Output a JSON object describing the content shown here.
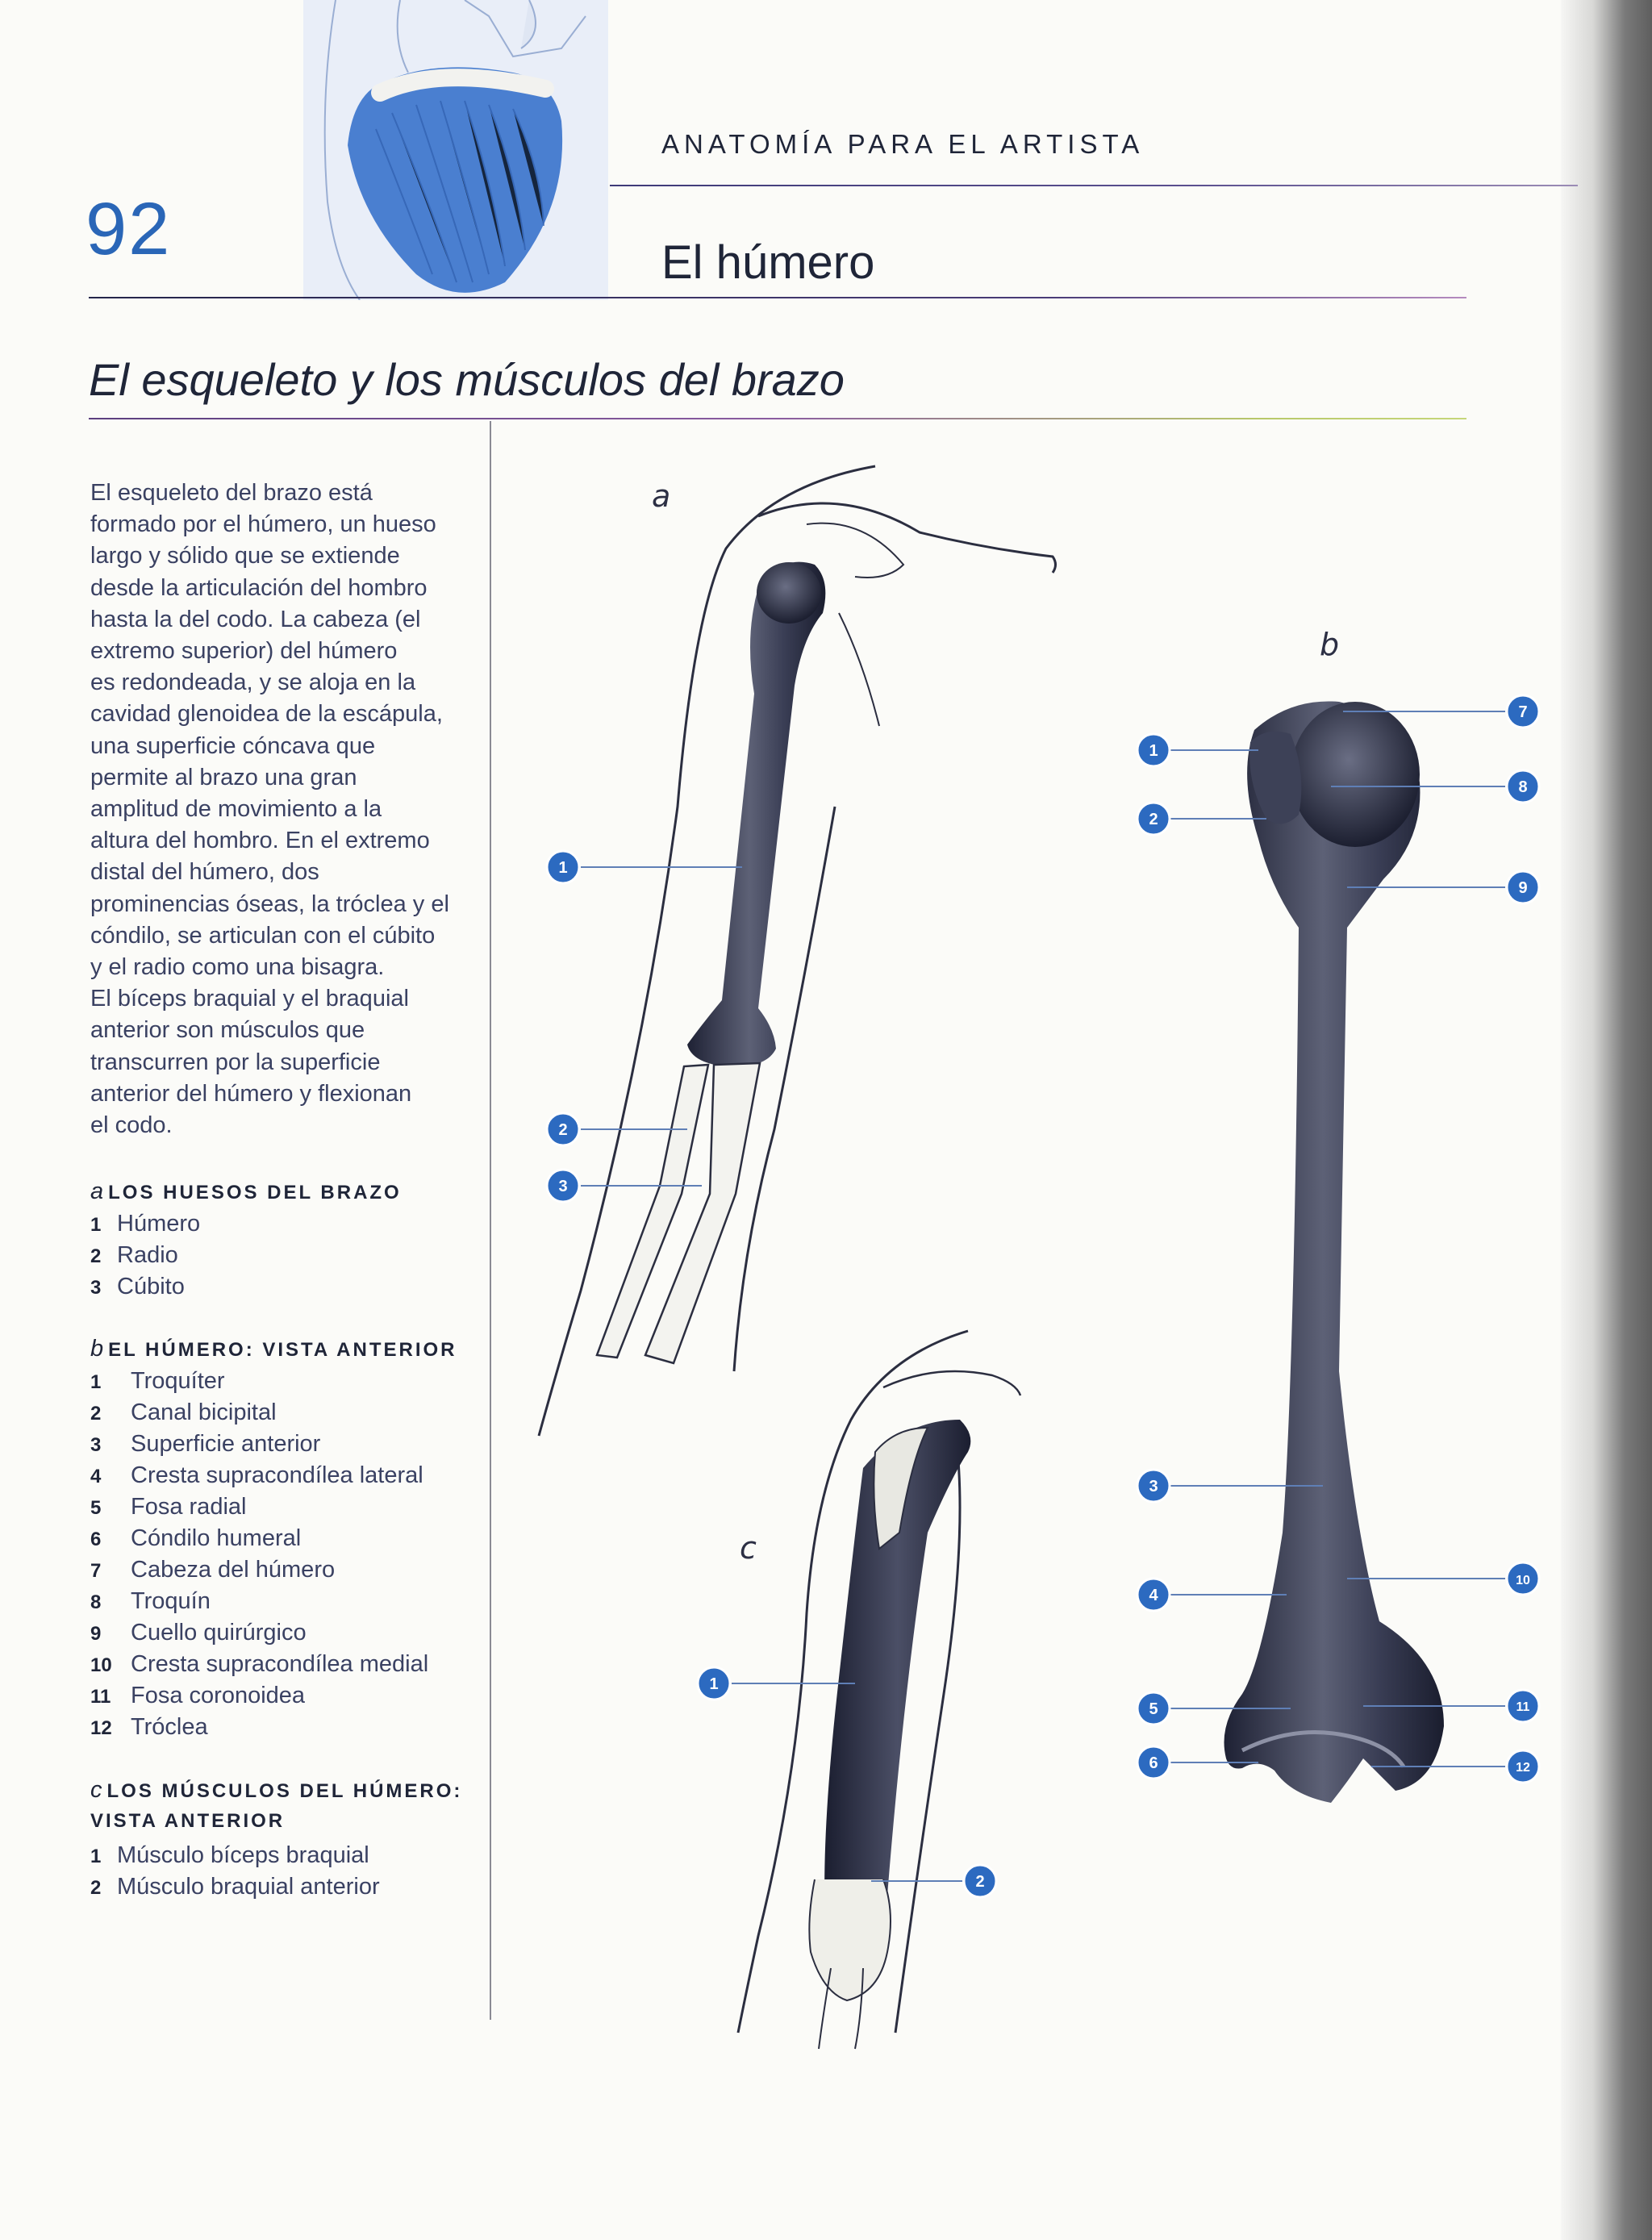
{
  "header": {
    "page_number": "92",
    "book_title": "ANATOMÍA PARA EL ARTISTA",
    "chapter_title": "El húmero"
  },
  "section": {
    "title": "El esqueleto y los músculos del brazo"
  },
  "intro": "El esqueleto del brazo está\nformado por el húmero, un hueso\nlargo y sólido que se extiende\ndesde la articulación del hombro\nhasta la del codo. La cabeza (el\nextremo superior) del húmero\nes redondeada, y se aloja en la\ncavidad glenoidea de la escápula,\nuna superficie cóncava que\npermite al brazo una gran\namplitud de movimiento a la\naltura del hombro. En el extremo\ndistal del húmero, dos\nprominencias óseas, la tróclea y el\ncóndilo, se articulan con el cúbito\ny el radio como una bisagra.\nEl bíceps braquial y el braquial\nanterior son músculos que\ntranscurren por la superficie\nanterior del húmero y flexionan\nel codo.",
  "legends": [
    {
      "letter": "a",
      "title_lines": [
        "LOS HUESOS DEL BRAZO"
      ],
      "items": [
        {
          "num": "1",
          "label": "Húmero"
        },
        {
          "num": "2",
          "label": "Radio"
        },
        {
          "num": "3",
          "label": "Cúbito"
        }
      ]
    },
    {
      "letter": "b",
      "title_lines": [
        "EL HÚMERO: VISTA ANTERIOR"
      ],
      "items": [
        {
          "num": "1",
          "label": "Troquíter"
        },
        {
          "num": "2",
          "label": "Canal bicipital"
        },
        {
          "num": "3",
          "label": "Superficie anterior"
        },
        {
          "num": "4",
          "label": "Cresta supracondílea lateral"
        },
        {
          "num": "5",
          "label": "Fosa radial"
        },
        {
          "num": "6",
          "label": "Cóndilo humeral"
        },
        {
          "num": "7",
          "label": "Cabeza del húmero"
        },
        {
          "num": "8",
          "label": "Troquín"
        },
        {
          "num": "9",
          "label": "Cuello quirúrgico"
        },
        {
          "num": "10",
          "label": "Cresta supracondílea medial"
        },
        {
          "num": "11",
          "label": "Fosa coronoidea"
        },
        {
          "num": "12",
          "label": "Tróclea"
        }
      ]
    },
    {
      "letter": "c",
      "title_lines": [
        "LOS MÚSCULOS DEL HÚMERO:",
        "VISTA ANTERIOR"
      ],
      "items": [
        {
          "num": "1",
          "label": "Músculo bíceps braquial"
        },
        {
          "num": "2",
          "label": "Músculo braquial anterior"
        }
      ]
    }
  ],
  "figures": {
    "a": {
      "letter": "a",
      "callouts": [
        "1",
        "2",
        "3"
      ]
    },
    "b": {
      "letter": "b",
      "callouts": [
        "1",
        "2",
        "3",
        "4",
        "5",
        "6",
        "7",
        "8",
        "9",
        "10",
        "11",
        "12"
      ]
    },
    "c": {
      "letter": "c",
      "callouts": [
        "1",
        "2"
      ]
    }
  },
  "colors": {
    "accent_blue": "#2a66b7",
    "callout_blue": "#2c6ac0",
    "text_dark": "#1f2538",
    "bone_dark": "#262a40"
  }
}
